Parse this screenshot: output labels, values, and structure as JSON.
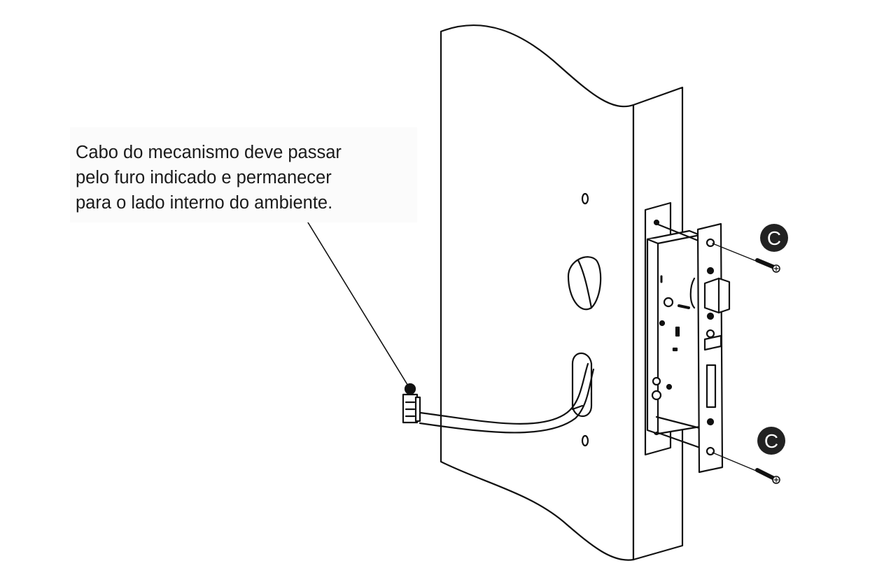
{
  "note": {
    "lines": [
      "Cabo do mecanismo deve passar",
      "pelo furo indicado e permanecer",
      "para o lado interno do ambiente."
    ]
  },
  "callouts": {
    "screw_top": "C",
    "screw_bottom": "C"
  },
  "colors": {
    "line": "#111111",
    "badge": "#222222"
  }
}
